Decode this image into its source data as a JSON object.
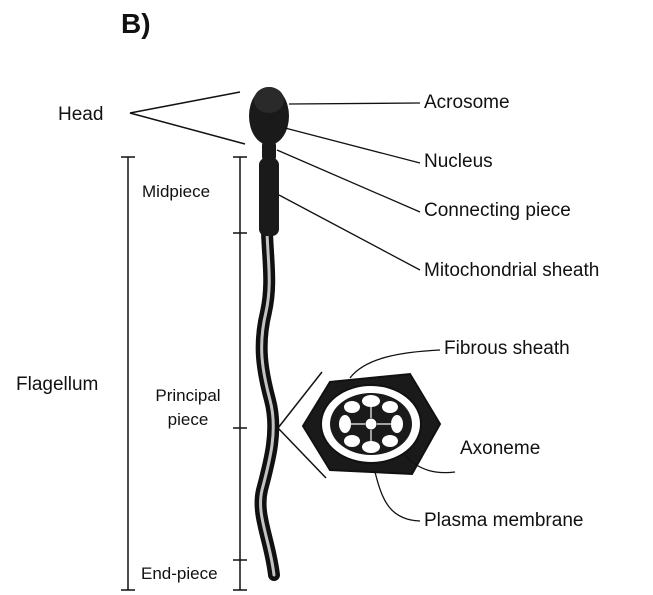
{
  "figure": {
    "panel_label": "B)",
    "labels": {
      "head": "Head",
      "flagellum": "Flagellum",
      "midpiece": "Midpiece",
      "principal_piece_line1": "Principal",
      "principal_piece_line2": "piece",
      "end_piece": "End-piece",
      "acrosome": "Acrosome",
      "nucleus": "Nucleus",
      "connecting_piece": "Connecting piece",
      "mitochondrial_sheath": "Mitochondrial sheath",
      "fibrous_sheath": "Fibrous sheath",
      "axoneme": "Axoneme",
      "plasma_membrane": "Plasma membrane"
    },
    "colors": {
      "ink": "#111111",
      "cell_fill": "#1a1a1a",
      "background": "#ffffff"
    }
  }
}
